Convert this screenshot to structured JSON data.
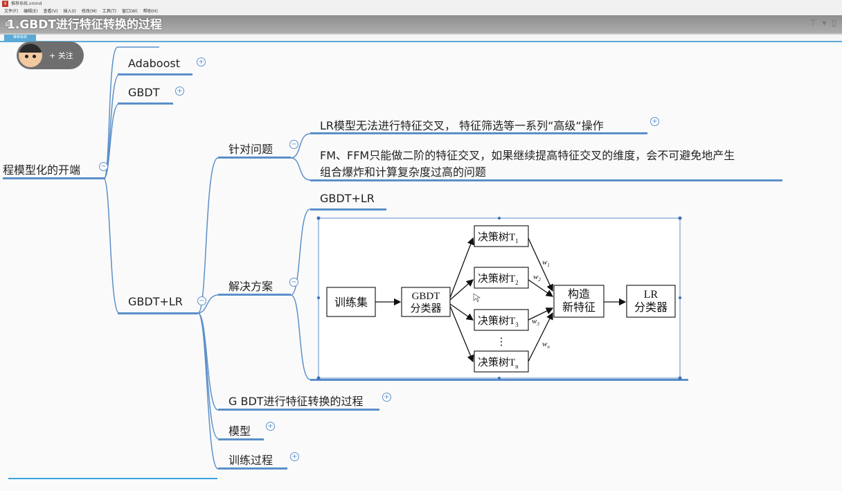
{
  "window": {
    "title": "推荐系统.xmind"
  },
  "menu": [
    "文件(F)",
    "编辑(E)",
    "查看(V)",
    "插入(I)",
    "修改(M)",
    "工具(T)",
    "窗口(W)",
    "帮助(H)"
  ],
  "video": {
    "title": "1.GBDT进行特征转换的过程"
  },
  "tab": {
    "label": "推荐系统"
  },
  "follow": {
    "label": "关注",
    "plus": "+"
  },
  "mindmap": {
    "root": "程模型化的开端",
    "adaboost": "Adaboost",
    "gbdt": "GBDT",
    "gbdt_lr": "GBDT+LR",
    "problem": "针对问题",
    "problem_1": "LR模型无法进行特征交叉， 特征筛选等一系列“高级“操作",
    "problem_2_line1": "FM、FFM只能做二阶的特征交叉，如果继续提高特征交叉的维度，会不可避免地产生",
    "problem_2_line2": "组合爆炸和计算复杂度过高的问题",
    "solution": "解决方案",
    "solution_title": "GBDT+LR",
    "feature_transform": "G BDT进行特征转换的过程",
    "model": "模型",
    "training": "训练过程",
    "toggle_plus": "+",
    "toggle_minus": "−"
  },
  "diagram": {
    "train_set": "训练集",
    "gbdt_line1": "GBDT",
    "gbdt_line2": "分类器",
    "tree1": "决策树T",
    "tree1_sub": "1",
    "tree2": "决策树T",
    "tree2_sub": "2",
    "tree3": "决策树T",
    "tree3_sub": "3",
    "treen": "决策树T",
    "treen_sub": "n",
    "ellipsis": "⋮",
    "w1": "w",
    "w1_sub": "1",
    "w2": "w",
    "w2_sub": "2",
    "w3": "w",
    "w3_sub": "3",
    "wn": "w",
    "wn_sub": "n",
    "build_line1": "构造",
    "build_line2": "新特征",
    "lr_line1": "LR",
    "lr_line2": "分类器"
  }
}
